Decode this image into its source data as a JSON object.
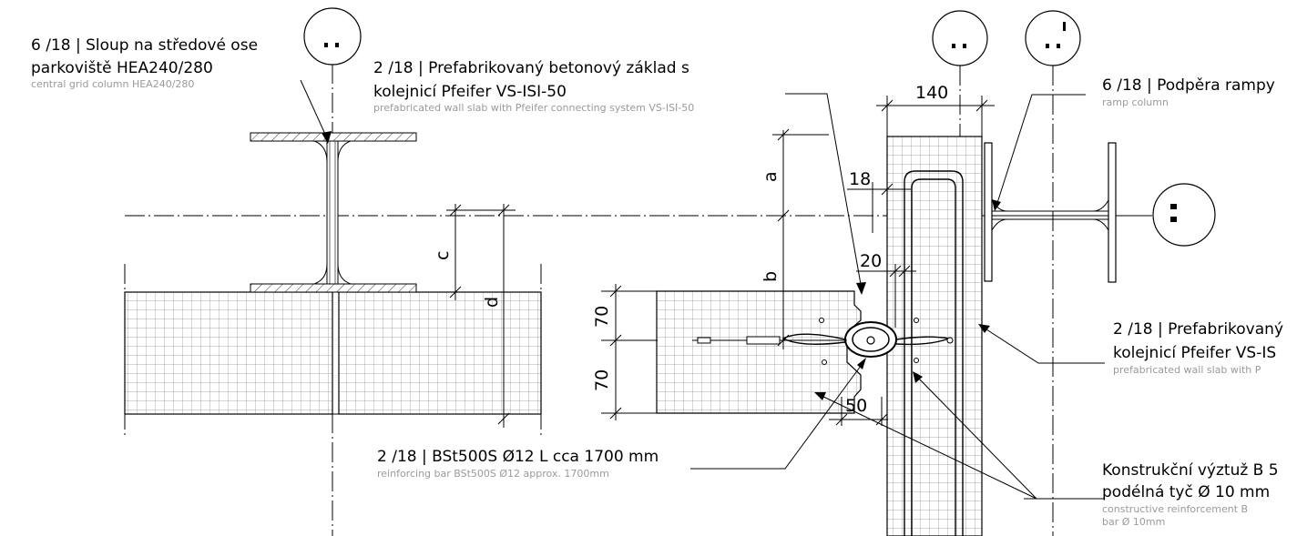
{
  "labels": {
    "column_main": {
      "line1": "6 /18 | Sloup na středové ose",
      "line2": "parkoviště HEA240/280",
      "sub": "central grid column HEA240/280"
    },
    "wall_slab_top": {
      "line1": "2 /18 | Prefabrikovaný betonový základ s",
      "line2": "kolejnicí Pfeifer VS-ISI-50",
      "sub": "prefabricated wall slab with Pfeifer connecting system VS-ISI-50"
    },
    "ramp_column": {
      "line1": "6 /18 | Podpěra rampy",
      "sub": "ramp column"
    },
    "wall_slab_right": {
      "line1": "2 /18 | Prefabrikovaný",
      "line2": "kolejnicí Pfeifer VS-IS",
      "sub": "prefabricated wall slab with P"
    },
    "rebar": {
      "line1": "2 /18 | BSt500S Ø12 L cca 1700 mm",
      "sub": "reinforcing bar BSt500S Ø12 approx. 1700mm"
    },
    "constructive": {
      "line1": "Konstrukční výztuž B 5",
      "line2": "podélná tyč Ø 10 mm",
      "sub1": "constructive reinforcement B",
      "sub2": "bar Ø 10mm"
    }
  },
  "dimensions": {
    "d140": "140",
    "d18": "18",
    "d20": "20",
    "d50": "50",
    "d70a": "70",
    "d70b": "70",
    "a": "a",
    "b": "b",
    "c": "c",
    "d": "d"
  },
  "grid_markers": {
    "m1": "..",
    "m2": "..",
    "m3": "..'",
    "m4": ":"
  }
}
